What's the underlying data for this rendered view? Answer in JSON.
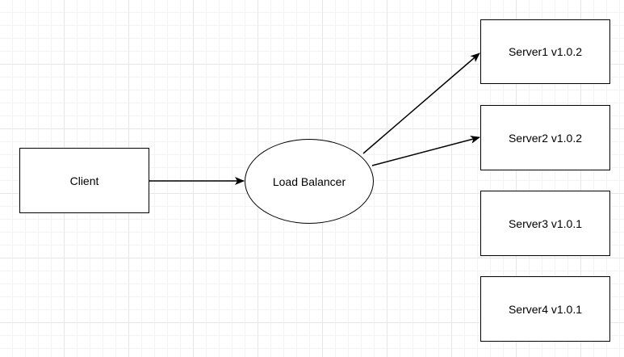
{
  "diagram": {
    "nodes": {
      "client": {
        "label": "Client"
      },
      "load_balancer": {
        "label": "Load Balancer"
      },
      "server1": {
        "label": "Server1 v1.0.2"
      },
      "server2": {
        "label": "Server2 v1.0.2"
      },
      "server3": {
        "label": "Server3 v1.0.1"
      },
      "server4": {
        "label": "Server4 v1.0.1"
      }
    },
    "edges": [
      {
        "from": "client",
        "to": "load_balancer"
      },
      {
        "from": "load_balancer",
        "to": "server1"
      },
      {
        "from": "load_balancer",
        "to": "server2"
      }
    ],
    "colors": {
      "stroke": "#000000",
      "node_fill": "#ffffff",
      "grid": "#e6e6e6"
    }
  }
}
